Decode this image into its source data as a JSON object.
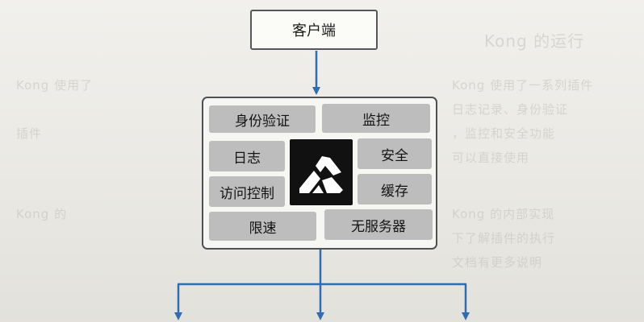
{
  "diagram": {
    "client": {
      "label": "客户端"
    },
    "gateway": {
      "logo_icon": "kong-logo-icon",
      "modules": [
        {
          "id": "auth",
          "label": "身份验证"
        },
        {
          "id": "monitor",
          "label": "监控"
        },
        {
          "id": "logging",
          "label": "日志"
        },
        {
          "id": "security",
          "label": "安全"
        },
        {
          "id": "access-control",
          "label": "访问控制"
        },
        {
          "id": "cache",
          "label": "缓存"
        },
        {
          "id": "rate-limit",
          "label": "限速"
        },
        {
          "id": "serverless",
          "label": "无服务器"
        }
      ]
    },
    "arrow_color": "#2f6db3"
  }
}
